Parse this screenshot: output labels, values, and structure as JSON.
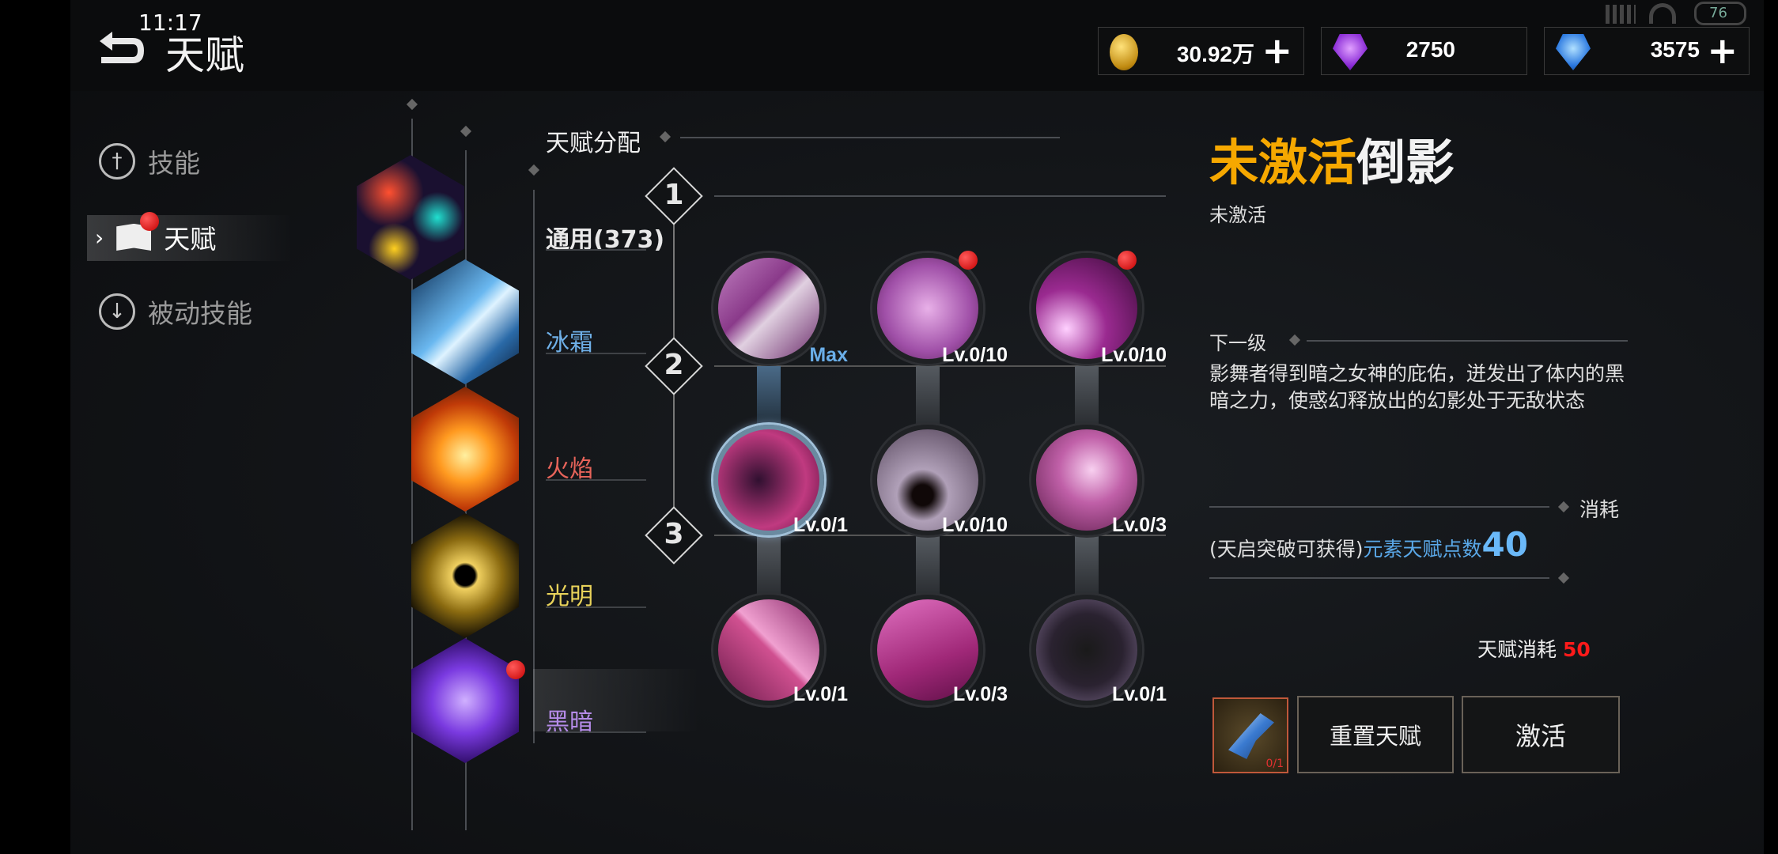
{
  "status": {
    "time": "11:17",
    "battery": "76"
  },
  "header": {
    "title": "天赋",
    "back_icon": "back-arrow-icon"
  },
  "currencies": [
    {
      "icon": "gold-coin-icon",
      "value": "30.92万",
      "color": "#d4a21c",
      "has_plus": true
    },
    {
      "icon": "purple-gem-icon",
      "value": "2750",
      "color": "#9b3de0",
      "has_plus": false
    },
    {
      "icon": "blue-gem-icon",
      "value": "3575",
      "color": "#2f7fe0",
      "has_plus": true
    }
  ],
  "sidebar": {
    "items": [
      {
        "label": "技能",
        "icon": "sword-wings-icon",
        "active": false
      },
      {
        "label": "天赋",
        "icon": "book-icon",
        "active": true,
        "badge": true
      },
      {
        "label": "被动技能",
        "icon": "passive-skill-icon",
        "active": false
      }
    ]
  },
  "talent": {
    "section_title": "天赋分配",
    "categories": [
      {
        "label": "通用(373)",
        "color": "#e8e8e8"
      },
      {
        "label": "冰霜",
        "color": "#6fb0e8"
      },
      {
        "label": "火焰",
        "color": "#e8645a"
      },
      {
        "label": "光明",
        "color": "#e8d25a"
      },
      {
        "label": "黑暗",
        "color": "#b58be8",
        "selected": true,
        "badge": true
      }
    ],
    "tiers": [
      "1",
      "2",
      "3"
    ],
    "skills": [
      [
        {
          "level": "Max",
          "maxed": true
        },
        {
          "level": "Lv.0/10",
          "badge": true
        },
        {
          "level": "Lv.0/10",
          "badge": true
        }
      ],
      [
        {
          "level": "Lv.0/1",
          "selected": true
        },
        {
          "level": "Lv.0/10"
        },
        {
          "level": "Lv.0/3"
        }
      ],
      [
        {
          "level": "Lv.0/1"
        },
        {
          "level": "Lv.0/3"
        },
        {
          "level": "Lv.0/1"
        }
      ]
    ]
  },
  "detail": {
    "status_word": "未激活",
    "name": "倒影",
    "status_sub": "未激活",
    "next_level_label": "下一级",
    "description": "影舞者得到暗之女神的庇佑，迸发出了体内的黑暗之力，使惑幻释放出的幻影处于无敌状态",
    "cost_label": "消耗",
    "cost_prefix": "(天启突破可获得)",
    "cost_item": "元素天赋点数",
    "cost_value": "40",
    "talent_cost_label": "天赋消耗",
    "talent_cost_value": "50",
    "item_count": "0/1",
    "reset_button": "重置天赋",
    "activate_button": "激活"
  }
}
